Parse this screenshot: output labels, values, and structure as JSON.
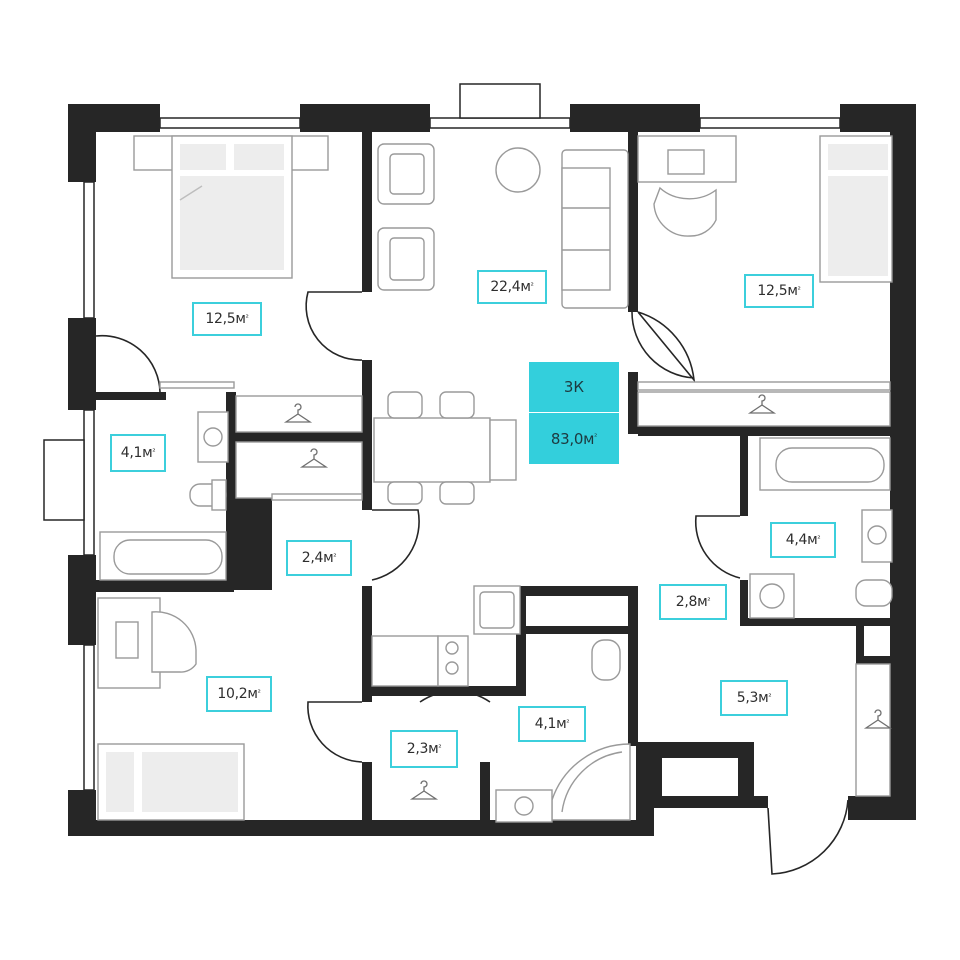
{
  "apartment": {
    "rooms": "3К",
    "total_area": "83,0м",
    "area_unit_sup": "²"
  },
  "rooms": [
    {
      "id": "bedroom-left",
      "area": "12,5м"
    },
    {
      "id": "living-room",
      "area": "22,4м"
    },
    {
      "id": "bedroom-right",
      "area": "12,5м"
    },
    {
      "id": "bathroom-left",
      "area": "4,1м"
    },
    {
      "id": "closet-center",
      "area": "2,4м"
    },
    {
      "id": "bathroom-right",
      "area": "4,4м"
    },
    {
      "id": "corridor",
      "area": "2,8м"
    },
    {
      "id": "bedroom-small",
      "area": "10,2м"
    },
    {
      "id": "hall",
      "area": "5,3м"
    },
    {
      "id": "dressing",
      "area": "2,3м"
    },
    {
      "id": "bathroom-bottom",
      "area": "4,1м"
    }
  ],
  "colors": {
    "wall": "#262626",
    "accent": "#3ccfdc",
    "furniture_stroke": "#9a9a9a",
    "furniture_fill": "#ededed"
  },
  "icons": [
    "hanger-icon",
    "washing-machine-icon",
    "stove-icon",
    "fridge-icon",
    "sink-icon",
    "toilet-icon",
    "bathtub-icon",
    "shower-icon",
    "bed-icon",
    "sofa-icon",
    "armchair-icon",
    "table-icon",
    "chair-icon"
  ]
}
